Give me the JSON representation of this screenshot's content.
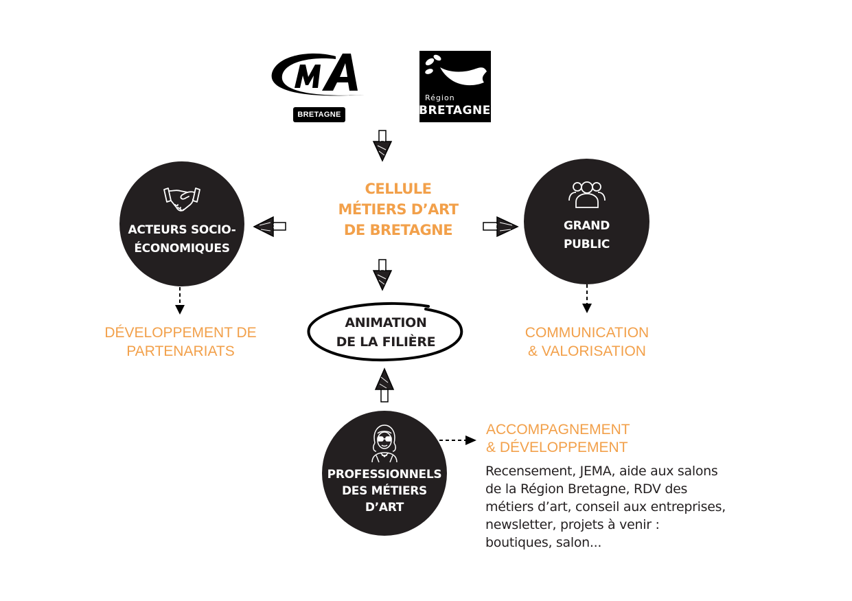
{
  "logos": {
    "cma": {
      "mark": "CMA",
      "badge": "BRETAGNE"
    },
    "region": {
      "line1": "Région",
      "line2": "BRETAGNE"
    }
  },
  "center": {
    "title_lines": [
      "CELLULE",
      "MÉTIERS D’ART",
      "DE BRETAGNE"
    ]
  },
  "nodes": {
    "left": {
      "icon": "handshake-icon",
      "title_lines": [
        "ACTEURS SOCIO-",
        "ÉCONOMIQUES"
      ],
      "outcome_lines": [
        "DÉVELOPPEMENT DE",
        "PARTENARIATS"
      ]
    },
    "right": {
      "icon": "group-people-icon",
      "title_lines": [
        "GRAND",
        "PUBLIC"
      ],
      "outcome_lines": [
        "COMMUNICATION",
        "& VALORISATION"
      ]
    },
    "animation": {
      "title_lines": [
        "ANIMATION",
        "DE LA FILIÈRE"
      ]
    },
    "bottom": {
      "icon": "artisan-person-icon",
      "title_lines": [
        "PROFESSIONNELS",
        "DES MÉTIERS",
        "D’ART"
      ],
      "outcome_lines": [
        "ACCOMPAGNEMENT",
        "& DÉVELOPPEMENT"
      ],
      "description_lines": [
        "Recensement, JEMA, aide aux salons",
        "de la Région Bretagne, RDV des",
        "métiers d’art, conseil aux entreprises,",
        "newsletter, projets à venir :",
        "boutiques, salon..."
      ]
    }
  },
  "colors": {
    "accent": "#f2a04a",
    "dark": "#231f20",
    "background": "#ffffff"
  }
}
